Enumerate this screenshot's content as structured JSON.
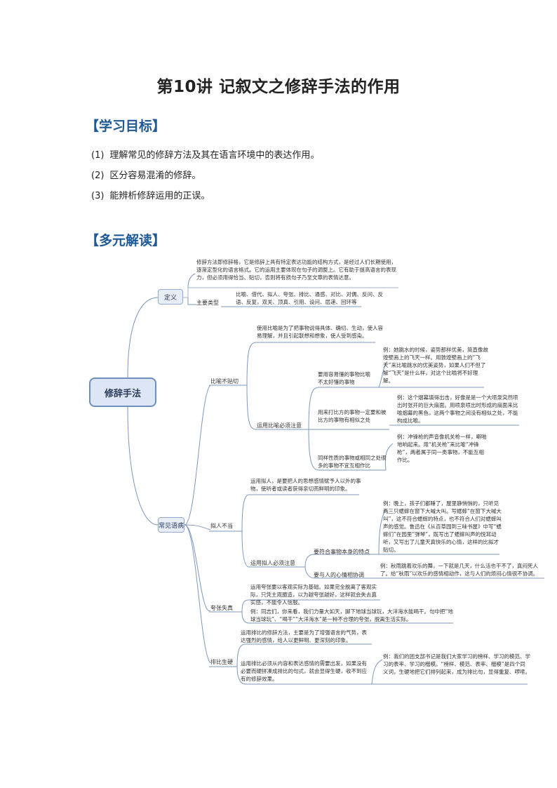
{
  "title": "第10讲 记叙文之修辞手法的作用",
  "goals_heading": "【学习目标】",
  "goals": [
    {
      "num": "(1)",
      "text": "理解常见的修辞方法及其在语言环境中的表达作用。"
    },
    {
      "num": "(2)",
      "text": "区分容易混淆的修辞。"
    },
    {
      "num": "(3)",
      "text": "能辨析修辞运用的正误。"
    }
  ],
  "analysis_heading": "【多元解读】",
  "mindmap": {
    "root": "修辞手法",
    "definition": {
      "label": "定义",
      "intro": "修辞方法即修辞格，它是修辞上具有特定表达功能的结构方式，是经过人们长期使用，逐渐定型化的语言格式。它的运用主要体现在句子的调整上。它有助于提高语言的表现力，但必须用得恰当、贴切，否则将有损句子乃至文章的表情达意。",
      "types_label": "主要类型",
      "types": "比喻、借代、拟人、夸张、排比、通感、对比、对偶、反问、反语、反复，双关、顶真、引用、设问、层递、回环等"
    },
    "errors": {
      "label": "常见语病",
      "simile": {
        "label": "比喻不贴切",
        "intro": "使用比喻是为了把事物说得具体、确切、生动，使人容易理解，并且引起联想和想象，使人受到感染。",
        "note": "运用比喻必须注意",
        "rule1": "要用容易懂的事物比喻不太好懂的事物",
        "ex1": "例：她跳水的时候，姿势那样优美，简直像故煌壁画上的飞天一样。用敦煌壁画上的“飞天”来比喻跳水的优美姿势，如果人们不但了解“飞天”是什么样，对这个比喻将不好理解。",
        "rule2": "用来打比方的事物一定要和被比方的事物有相似之处",
        "ex2": "例：这个烟幕填得出击，好像是是一个大喷泉突然喷出时张开的巨大扇面。用喷泉喷出时形成的扇面来比喻烟幕的黑色，这两个事物之间没有相似之处，不能构成比喻。",
        "rule3": "同样性质的事物或相同之处很多的事物不宜互相作比",
        "ex3": "例：冲锋枪的声音像机关枪一样，噼啪地响起来。用“机关枪”来比喻“冲锋枪”，两者属于同一类事物，不能互相作比。"
      },
      "personification": {
        "label": "拟人不当",
        "intro": "运用拟人，是要把人的思想感情赋予人以外的事物，使听者或读者获得亲切而鲜明的印象。",
        "note": "运用拟人必须注意",
        "rule1": "要符合事物本身的特点",
        "ex1": "例：晚上，孩子们都睡了，屋里静悄悄的，只听见两三只蟋蟀在窗下大喊大叫。写蟋蟀“在窗下大喊大叫”，这不符合蟋蟀的特点，也不符合人们对蟋蟀叫声的感觉。鲁迅在《从百草园到三味书屋》中写“蟋蟀们”在园里“弹琴”，既写出了蟋蟀叫声的悦耳动听，又写出了儿童天真快乐的心情，这样的比拟才贴切。",
        "rule2": "要与人的心情相协调",
        "ex2": "例：秋雨跳着欢乐的舞，一下就是几天，什么活也干不了，真闷死人了。给“秋雨”以欢乐的感情相动作，这与人们的烦闷心情很不协调。"
      },
      "exaggeration": {
        "label": "夸张失真",
        "intro": "运用夸张要以客观实际为基础。如果完全脱离了客观实际，只凭主观臆造，以为越夸张越好，这样就会失去真实感，不能令人信服。",
        "ex": "例：同志们，你来看，我们力量大如天，脚下地球当球玩，大洋海水能喝干。句中把“地球当球玩”、“喝干”“大洋海水”是一种不合理的夸张，脱离生活实际。"
      },
      "parallelism": {
        "label": "排比生硬",
        "intro": "运用排比的修辞方法，主要是为了增强语言的气势，表达强烈的感情，给人以更鲜明、更深刻的印象。",
        "note": "运用排比必须从内容和表达感情的需要出发，如果没有必要而硬拼凑成排比的句式，就会显得生硬，收不到应有的修辞效果。",
        "ex": "例：我们的团支部书记是我们大家学习的榜样、学习的模范、学习的表率、学习的楷模。“榜样、模范、表率、楷模”是四个同义词，生硬地把它们排列起来，成为排比句，显得重复、啰嗦。"
      }
    }
  },
  "colors": {
    "heading": "#1f5a96",
    "node_border": "#93abcf",
    "node_fill": "#e8eef8",
    "line": "#7d97be"
  }
}
